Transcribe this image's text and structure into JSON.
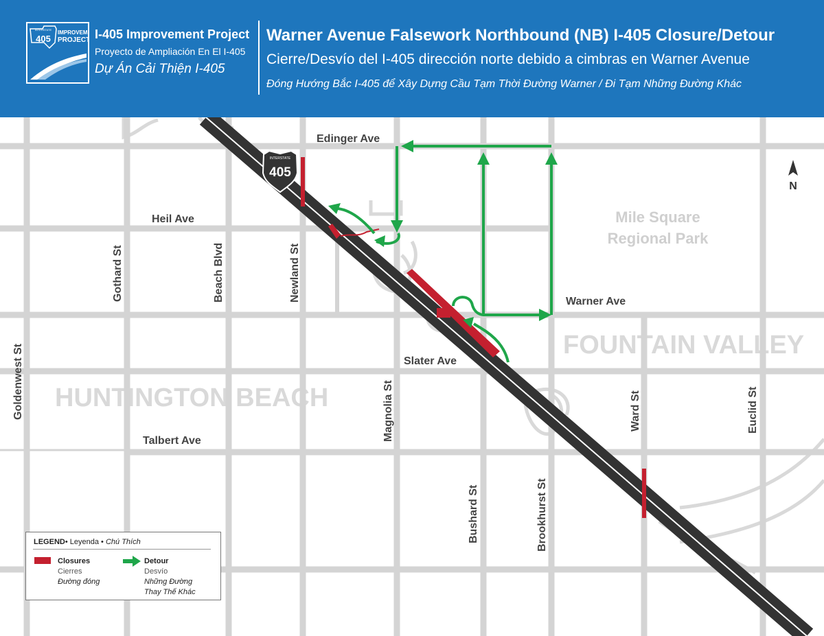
{
  "header": {
    "project_title": "I-405 Improvement Project",
    "project_title_es": "Proyecto de Ampliación En El I-405",
    "project_title_vi": "Dự Án Cải Thiện I-405",
    "logo_lines": [
      "INTERSTATE",
      "405",
      "IMPROVEMENT",
      "PROJECT"
    ],
    "title_en": "Warner Avenue Falsework Northbound (NB) I-405 Closure/Detour",
    "title_es": "Cierre/Desvío del I-405 dirección norte debido a cimbras en Warner Avenue",
    "title_vi": "Đóng Hướng Bắc I-405 để Xây Dựng Cầu Tạm Thời Đường Warner / Đi Tạm Những Đường Khác"
  },
  "map": {
    "shield": {
      "top": "INTERSTATE",
      "number": "405"
    },
    "north_label": "N",
    "streets": {
      "edinger": "Edinger Ave",
      "heil": "Heil Ave",
      "warner": "Warner Ave",
      "slater": "Slater Ave",
      "talbert": "Talbert Ave",
      "goldenwest": "Goldenwest St",
      "gothard": "Gothard St",
      "beach": "Beach Blvd",
      "newland": "Newland St",
      "magnolia": "Magnolia St",
      "bushard": "Bushard St",
      "brookhurst": "Brookhurst St",
      "ward": "Ward St",
      "euclid": "Euclid St"
    },
    "areas": {
      "huntington_beach": "HUNTINGTON BEACH",
      "fountain_valley": "FOUNTAIN VALLEY",
      "park_line1": "Mile Square",
      "park_line2": "Regional Park"
    },
    "colors": {
      "road": "#d4d4d4",
      "freeway": "#333333",
      "closure": "#c4202f",
      "detour": "#1fa64a",
      "header": "#1e76bd"
    }
  },
  "legend": {
    "heading": "LEGEND",
    "heading_es": "Leyenda",
    "heading_vi": "Chú Thích",
    "closures": "Closures",
    "closures_es": "Cierres",
    "closures_vi": "Đường đóng",
    "detour": "Detour",
    "detour_es": "Desvío",
    "detour_vi_1": "Những Đường",
    "detour_vi_2": "Thay Thế Khác"
  }
}
